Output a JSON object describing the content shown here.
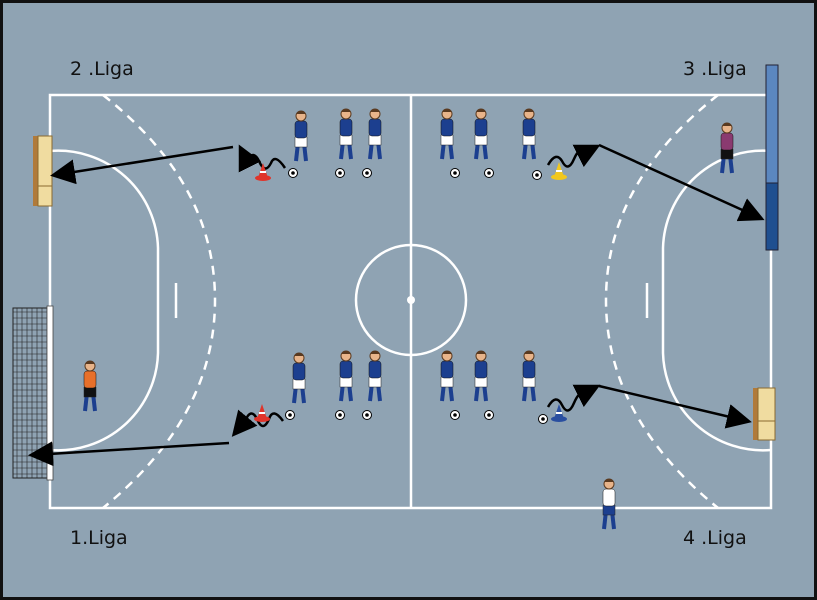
{
  "labels": {
    "top_left": "2 .Liga",
    "top_right": "3 .Liga",
    "bottom_left": "1.Liga",
    "bottom_right": "4 .Liga"
  },
  "colors": {
    "field": "#8fa3b3",
    "lines": "#ffffff",
    "team_shirt": "#1c3f8f",
    "goalkeeper_top": "#8a3a70",
    "goalkeeper_bottom": "#e8702a",
    "cone_red": "#e0342a",
    "cone_yellow": "#f2c81e",
    "cone_blue": "#2a4fa0",
    "small_goal": "#f0dca0",
    "blue_goal": "#3f6fb0"
  }
}
